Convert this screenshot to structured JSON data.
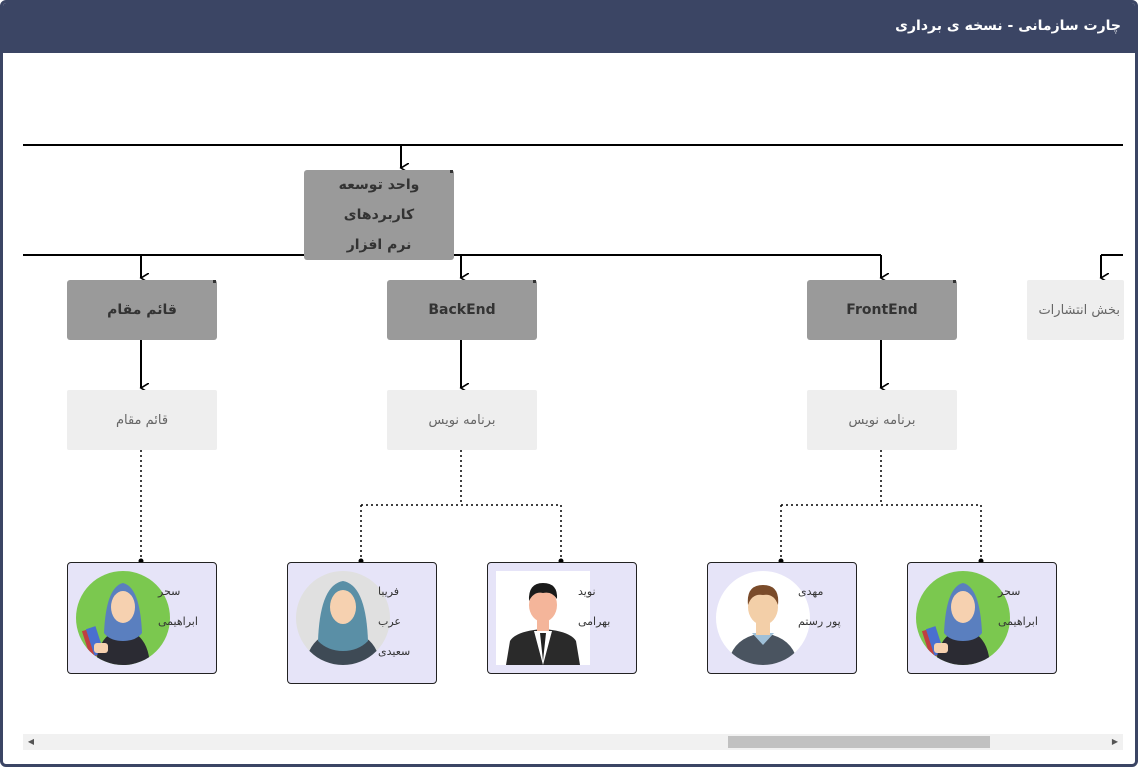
{
  "window": {
    "title": "چارت سازمانی - نسخه ی برداری"
  },
  "chart": {
    "root": {
      "line1": "واحد توسعه کاربردهای",
      "line2": "نرم افزار"
    },
    "departments": [
      {
        "label": "قائم مقام",
        "role": "قائم مقام"
      },
      {
        "label": "BackEnd",
        "role": "برنامه نویس"
      },
      {
        "label": "FrontEnd",
        "role": "برنامه نویس"
      },
      {
        "label": "بخش انتشارات"
      }
    ],
    "people": [
      {
        "first": "سحر",
        "last": "ابراهیمی",
        "extra": ""
      },
      {
        "first": "فریبا",
        "last": "عرب",
        "extra": "سعیدی"
      },
      {
        "first": "نوید",
        "last": "بهرامی",
        "extra": ""
      },
      {
        "first": "مهدی",
        "last": "پور رستم",
        "extra": ""
      },
      {
        "first": "سحر",
        "last": "ابراهیمی",
        "extra": ""
      }
    ]
  },
  "colors": {
    "header": "#3b4564",
    "dark_node": "#9a9a9a",
    "light_node": "#eeeeee",
    "card": "#e6e4f8"
  },
  "icons": {
    "scroll_left": "triangle-left",
    "scroll_right": "triangle-right"
  }
}
